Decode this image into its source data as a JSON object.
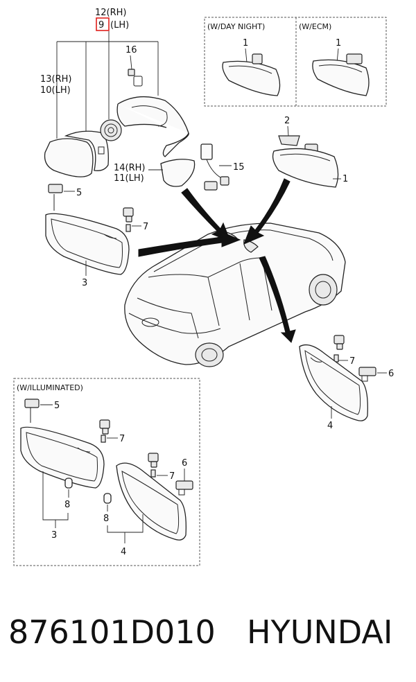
{
  "callouts": {
    "top_mirror_upper": "12(RH)",
    "top_mirror_lower_highlight": "9",
    "top_mirror_lower_rest": "(LH)",
    "cover_rh": "13(RH)",
    "cover_lh": "10(LH)",
    "screw_16": "16",
    "cap_rh": "14(RH)",
    "cap_lh": "11(LH)",
    "lamp_15": "15",
    "clip_5_main": "5",
    "screw_7_main": "7",
    "visor_3_main": "3",
    "clip_2": "2",
    "mirror_1_main": "1",
    "screw_7_right": "7",
    "holder_6_right": "6",
    "visor_4_main": "4"
  },
  "boxes": {
    "day_night": {
      "label": "(W/DAY  NIGHT)",
      "mirror_label": "1"
    },
    "ecm": {
      "label": "(W/ECM)",
      "mirror_label": "1"
    },
    "illuminated": {
      "label": "(W/ILLUMINATED)",
      "clip_5": "5",
      "screw_7a": "7",
      "lamp_8a": "8",
      "visor_3": "3",
      "screw_7b": "7",
      "holder_6": "6",
      "lamp_8b": "8",
      "visor_4": "4"
    }
  },
  "footer": {
    "part_number": "876101D010",
    "brand": "HYUNDAI"
  },
  "colors": {
    "highlight": "#e0201c",
    "ink": "#222222"
  }
}
